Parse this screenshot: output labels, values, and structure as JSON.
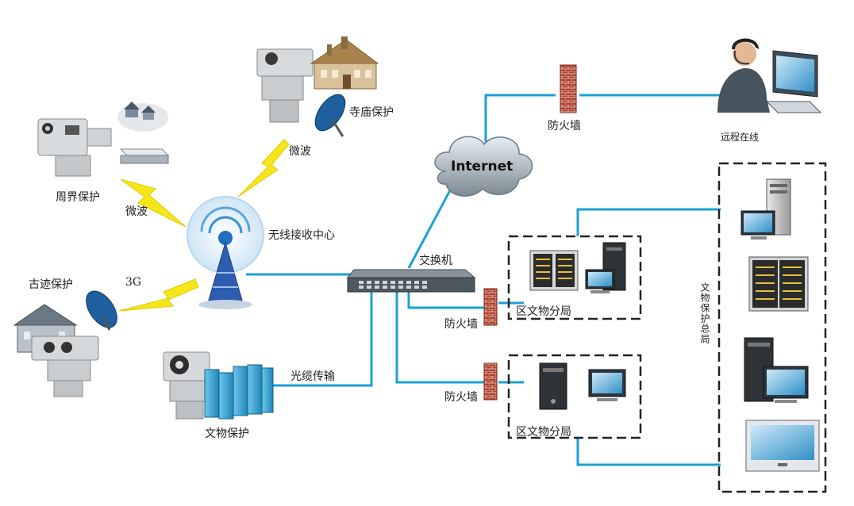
{
  "labels": {
    "perimeter": "周界保护",
    "microwave_left": "微波",
    "temple": "寺庙保护",
    "microwave_top": "微波",
    "wireless_center": "无线接收中心",
    "heritage_site": "古迹保护",
    "three_g": "3G",
    "relic_protection": "文物保护",
    "fiber": "光缆传输",
    "switch": "交换机",
    "internet": "Internet",
    "firewall_top": "防火墙",
    "remote_online": "远程在线",
    "firewall_mid": "防火墙",
    "firewall_low": "防火墙",
    "district_bureau_1": "区文物分局",
    "district_bureau_2": "区文物分局",
    "hq": "文物保护总局"
  },
  "colors": {
    "link": "#1ba1d4",
    "bolt": "#f5e61a",
    "brick": "#b0412e",
    "cloud": "#9aa6ae",
    "dashed_box": "#222222"
  }
}
